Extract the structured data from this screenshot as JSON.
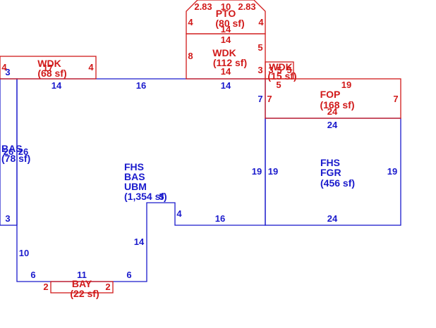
{
  "colors": {
    "blue": "#1a1acc",
    "red": "#d11a1a",
    "background": "#ffffff"
  },
  "areas": {
    "pto": {
      "name": "PTO",
      "area": "(80 sf)"
    },
    "wdk_top": {
      "name": "WDK",
      "area": "(112 sf)"
    },
    "wdk_left": {
      "name": "WDK",
      "area": "(68 sf)"
    },
    "wdk_small": {
      "name": "WDK",
      "area": "(15 sf)"
    },
    "fop": {
      "name": "FOP",
      "area": "(168 sf)"
    },
    "bas_left": {
      "name": "BAS",
      "area": "(78 sf)"
    },
    "main": {
      "line1": "FHS",
      "line2": "BAS",
      "line3": "UBM",
      "area": "(1,354 sf)"
    },
    "fgr": {
      "line1": "FHS",
      "line2": "FGR",
      "area": "(456 sf)"
    },
    "bay": {
      "name": "BAY",
      "area": "(22 sf)"
    }
  },
  "dimensions": {
    "pto_left_diag": "2.83",
    "pto_top": "10",
    "pto_right_diag": "2.83",
    "pto_left": "4",
    "pto_right": "4",
    "pto_bottom": "14",
    "wdk_top_top": "14",
    "wdk_top_left": "8",
    "wdk_top_right": "5",
    "wdk_top_bottom": "14",
    "wdk_top_right_lower": "3",
    "wdk_left_left": "4",
    "wdk_left_right": "4",
    "wdk_left_top": "17",
    "wdk_small_a": "3",
    "wdk_small_b": "5",
    "wdk_small_c": "5",
    "fop_left_top": "5",
    "fop_top": "19",
    "fop_left": "7",
    "fop_right": "7",
    "fop_bottom": "24",
    "main_top_left": "14",
    "main_top_mid": "16",
    "main_top_right": "14",
    "main_right_upper": "7",
    "main_right": "19",
    "bas_top": "3",
    "bas_bottom": "3",
    "bas_side_a": "26",
    "bas_side_b": "26",
    "main_left_lower": "10",
    "main_bottom_left": "6",
    "main_bottom_mid": "11",
    "main_bottom_right": "6",
    "main_inner_vert": "14",
    "main_notch_top": "5",
    "main_notch_side": "4",
    "main_bottom_right_seg": "16",
    "fgr_top": "24",
    "fgr_left": "19",
    "fgr_right": "19",
    "fgr_bottom": "24",
    "bay_left": "2",
    "bay_right": "2"
  }
}
